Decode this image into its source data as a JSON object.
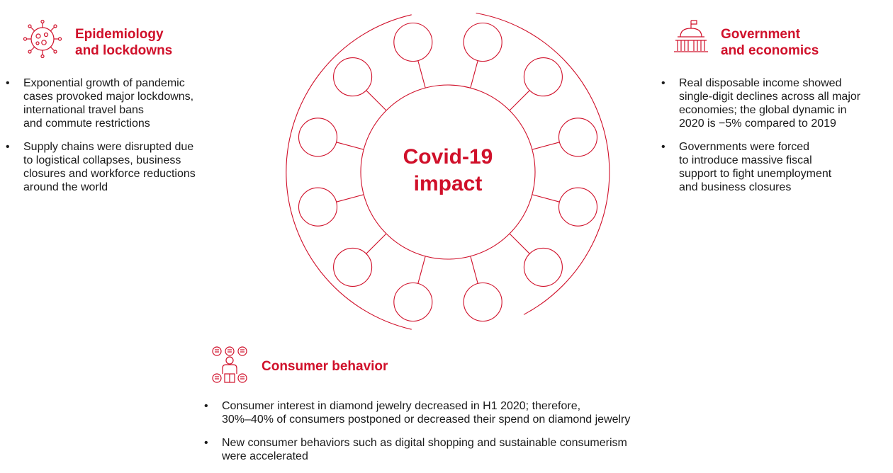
{
  "center": {
    "lines": [
      "Covid-19",
      "impact"
    ]
  },
  "colors": {
    "accent": "#d0102a",
    "text": "#1a1a1a"
  },
  "sections": {
    "epidemiology": {
      "icon": "virus-icon",
      "title_lines": [
        "Epidemiology",
        "and lockdowns"
      ],
      "bullets": [
        {
          "lines": [
            "Exponential growth of pandemic",
            "cases provoked major lockdowns,",
            "international travel bans",
            "and commute restrictions"
          ]
        },
        {
          "lines": [
            "Supply chains were disrupted due",
            "to logistical collapses, business",
            "closures and workforce reductions",
            "around the world"
          ]
        }
      ]
    },
    "government": {
      "icon": "government-building-icon",
      "title_lines": [
        "Government",
        "and economics"
      ],
      "bullets": [
        {
          "lines": [
            "Real disposable income showed",
            "single-digit declines across all major",
            "economies; the global dynamic in",
            "2020 is −5% compared to 2019"
          ]
        },
        {
          "lines": [
            "Governments were forced",
            "to introduce massive fiscal",
            "support to fight unemployment",
            "and business closures"
          ]
        }
      ]
    },
    "consumer": {
      "icon": "consumer-people-icon",
      "title_lines": [
        "Consumer behavior"
      ],
      "bullets": [
        {
          "lines": [
            "Consumer interest in diamond jewelry decreased in H1 2020; therefore,",
            "30%–40% of consumers postponed or decreased their spend on diamond jewelry"
          ]
        },
        {
          "lines": [
            "New consumer behaviors such as digital shopping and sustainable consumerism",
            "were accelerated"
          ]
        }
      ]
    }
  }
}
